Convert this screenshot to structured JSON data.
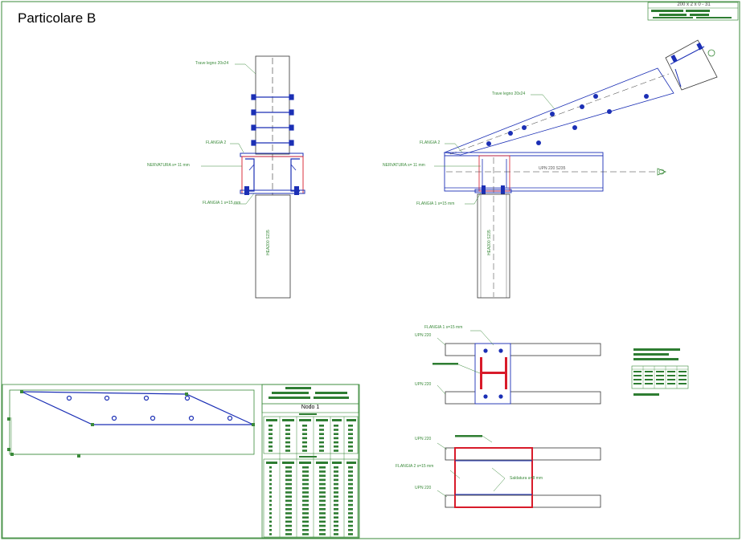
{
  "title": "Particolare B",
  "stamp": "200 x 2 x 0 - 31",
  "table_title": "Nodo 1",
  "colors": {
    "frame": "#3a8a3a",
    "steel": "#1b2fb5",
    "plate_red": "#d81b2a",
    "label_green": "#2e7d32",
    "bolt": "#1b2fb5"
  },
  "view1": {
    "label_beam": "Trave legno 20x24",
    "label_plate2": "FLANGIA 2",
    "label_rib": "NERVATURA s= 11 mm",
    "label_plate1": "FLANGIA 1  s=15 mm",
    "label_column": "HEA200  S235"
  },
  "view2": {
    "label_beam": "Trave legno 20x24",
    "label_plate2": "FLANGIA 2",
    "label_rib": "NERVATURA s= 11 mm",
    "label_upn": "UPN 220  S235",
    "label_plate1": "FLANGIA 1  s=15 mm",
    "label_column": "HEA200  S235"
  },
  "detail_top": {
    "label_plate1": "FLANGIA 1  s=15 mm",
    "label_upn_top": "UPN 220",
    "label_upn_bottom": "UPN 220"
  },
  "detail_bottom": {
    "label_upn_top": "UPN 220",
    "label_plate2": "FLANGIA 2  s=15 mm",
    "label_weld": "Saldatura a=8 mm",
    "label_upn_bottom": "UPN 220"
  }
}
